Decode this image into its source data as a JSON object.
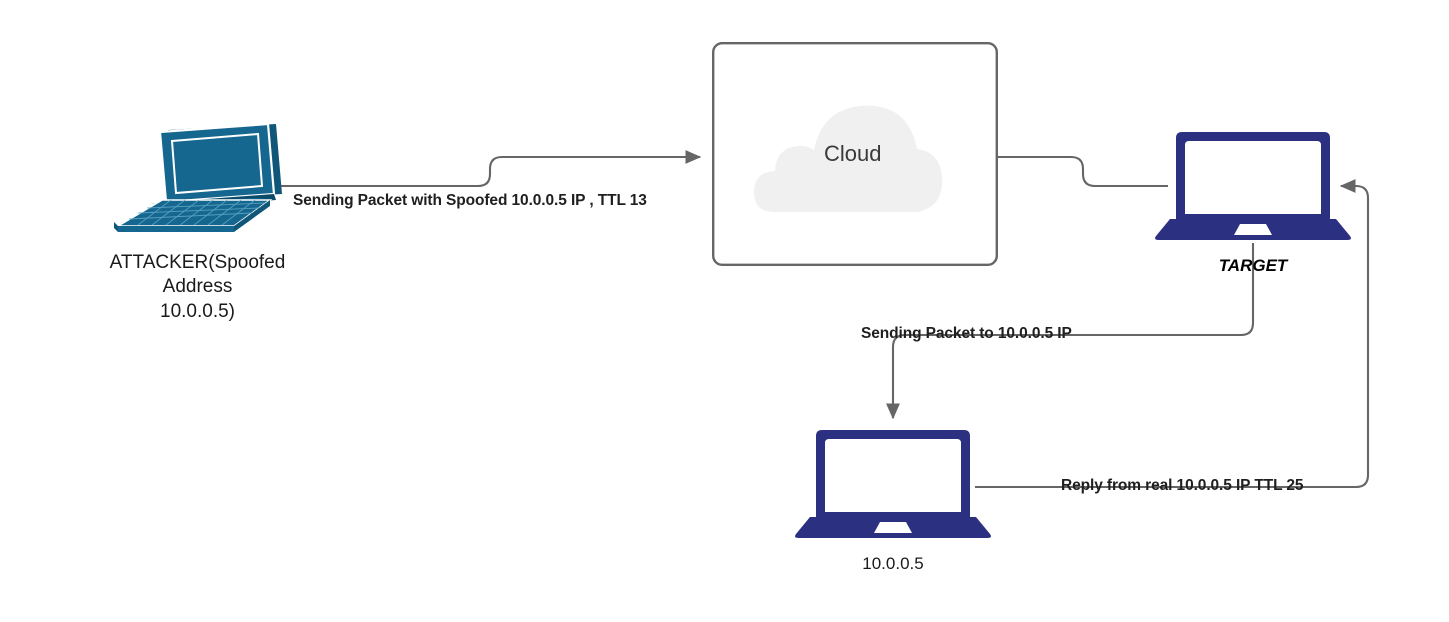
{
  "diagram": {
    "title": "IP Spoofing / TTL reflection network diagram",
    "colors": {
      "attacker_laptop": "#15678f",
      "attacker_laptop_dark": "#0f5679",
      "device_navy": "#2b3180",
      "wire": "#666666",
      "cloud_fill": "#f0f0f0",
      "box_border": "#666666",
      "text": "#1a1a1a"
    }
  },
  "nodes": {
    "attacker": {
      "icon": "laptop-3d-icon",
      "label": "ATTACKER(Spoofed\nAddress\n10.0.0.5)"
    },
    "cloud": {
      "icon": "cloud-icon",
      "label": "Cloud"
    },
    "target": {
      "icon": "laptop-icon",
      "label": "TARGET"
    },
    "victim": {
      "icon": "laptop-icon",
      "label": "10.0.0.5"
    }
  },
  "edges": [
    {
      "id": "attacker-to-cloud",
      "label": "Sending Packet with Spoofed 10.0.0.5 IP , TTL 13",
      "from": "attacker",
      "to": "cloud",
      "arrow": "end"
    },
    {
      "id": "cloud-to-target",
      "label": "",
      "from": "cloud",
      "to": "target",
      "arrow": "none"
    },
    {
      "id": "target-to-victim",
      "label": "Sending Packet to 10.0.0.5 IP",
      "from": "target",
      "to": "victim",
      "arrow": "end"
    },
    {
      "id": "victim-to-target",
      "label": "Reply from real 10.0.0.5 IP TTL 25",
      "from": "victim",
      "to": "target",
      "arrow": "end"
    }
  ]
}
